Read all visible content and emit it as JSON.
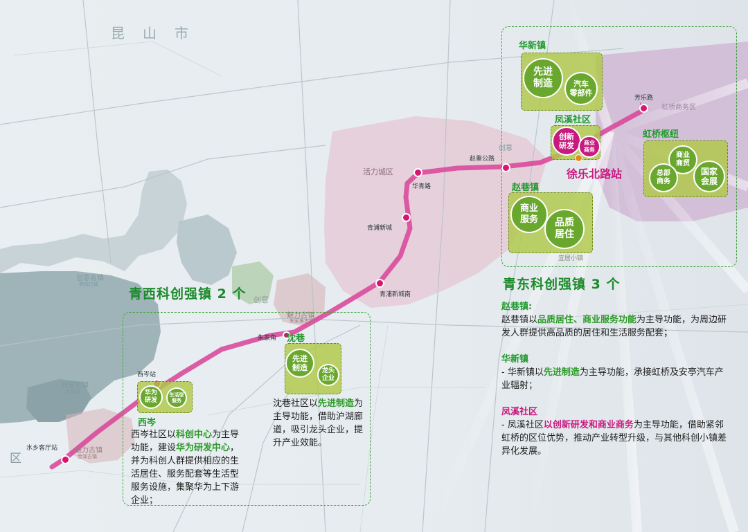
{
  "map_labels": {
    "kunshan": "昆　山　市",
    "huoli_city": "活力城区",
    "chuangyi_top": "创意",
    "chuangyi_mid": "创意",
    "meili_gu_top": "魅力古镇",
    "meili_gu_top_sub": "朱家角古镇",
    "meili_gu_bottom": "魅力古镇",
    "meili_gu_bottom_sub": "金泽古镇",
    "chuangyi_ming_top": "创意名镇",
    "chuangyi_ming_top_sub": "商榻古镇",
    "chuangyi_ming_bottom": "创意名镇",
    "chuangyi_ming_bottom_sub": "大观园",
    "yixiao": "宜居小镇",
    "qu_left": "区",
    "hongqiao_qu": "虹桥商务区"
  },
  "stations": [
    {
      "id": "shuixiang",
      "name": "水乡客厅站"
    },
    {
      "id": "xicen",
      "name": "西岑站"
    },
    {
      "id": "zhujiajiao",
      "name": "朱家角"
    },
    {
      "id": "qingpu_xinchengnan",
      "name": "青浦新城南"
    },
    {
      "id": "qingpu_xincheng",
      "name": "青浦新城"
    },
    {
      "id": "huaqing",
      "name": "华青路"
    },
    {
      "id": "zhaochong",
      "name": "赵重公路"
    },
    {
      "id": "xulebei",
      "name": "徐乐北路站"
    },
    {
      "id": "fangle",
      "name": "芳乐路"
    }
  ],
  "west": {
    "headline": "青西科创强镇 2 个",
    "xicen": {
      "name": "西岑",
      "bubbles": [
        "华为\n研发",
        "生活型\n服务"
      ],
      "desc": {
        "p1": "西岑社区以",
        "h1": "科创中心",
        "p2": "为主导功能，建设",
        "h2": "华为研发中心",
        "p3": "，并为科创人群提供相应的生活居住、服务配套等生活型服务设施，集聚华为上下游企业；"
      }
    },
    "shenxiang": {
      "name": "沈巷",
      "bubbles": [
        "先进\n制造",
        "龙头\n企业"
      ],
      "desc": {
        "p1": "沈巷社区以",
        "h1": "先进制造",
        "p2": "为主导功能，借助沪湖廊道，吸引龙头企业，提升产业效能。"
      }
    }
  },
  "east": {
    "headline": "青东科创强镇 3 个",
    "huaxin": {
      "name": "华新镇",
      "bubbles": [
        "先进\n制造",
        "汽车\n零部件"
      ]
    },
    "fengxi": {
      "name": "凤溪社区",
      "bubbles": [
        "创新\n研发",
        "商业\n商务"
      ]
    },
    "zhaoxiang": {
      "name": "赵巷镇",
      "bubbles": [
        "商业\n服务",
        "品质\n居住"
      ]
    },
    "hongqiao": {
      "name": "虹桥枢纽",
      "bubbles": [
        "商业\n商贸",
        "总部\n商务",
        "国家\n会展"
      ]
    },
    "desc": {
      "zhaoxiang_title": "赵巷镇:",
      "zhaoxiang_p1": "赵巷镇以",
      "zhaoxiang_h1": "品质居住、商业服务功能",
      "zhaoxiang_p2": "为主导功能，为周边研发人群提供高品质的居住和生活服务配套；",
      "huaxin_title": "华新镇",
      "huaxin_p1": "- 华新镇以",
      "huaxin_h1": "先进制造",
      "huaxin_p2": "为主导功能，承接虹桥及安亭汽车产业辐射；",
      "fengxi_title": "凤溪社区",
      "fengxi_p1": "- 凤溪社区",
      "fengxi_h1": "以创新研发和商业商务",
      "fengxi_p2": "为主导功能，借助紧邻虹桥的区位优势，推动产业转型升级，与其他科创小镇差异化发展。"
    }
  },
  "colors": {
    "route": "#d9479a",
    "station": "#d4186f",
    "green_text": "#1f9a2c",
    "pink_text": "#c8197e",
    "bubble_green": "#6aa72e",
    "bubble_pink": "#c8197e",
    "town_box": "#b0c848",
    "dash_border": "#3fa33c"
  }
}
